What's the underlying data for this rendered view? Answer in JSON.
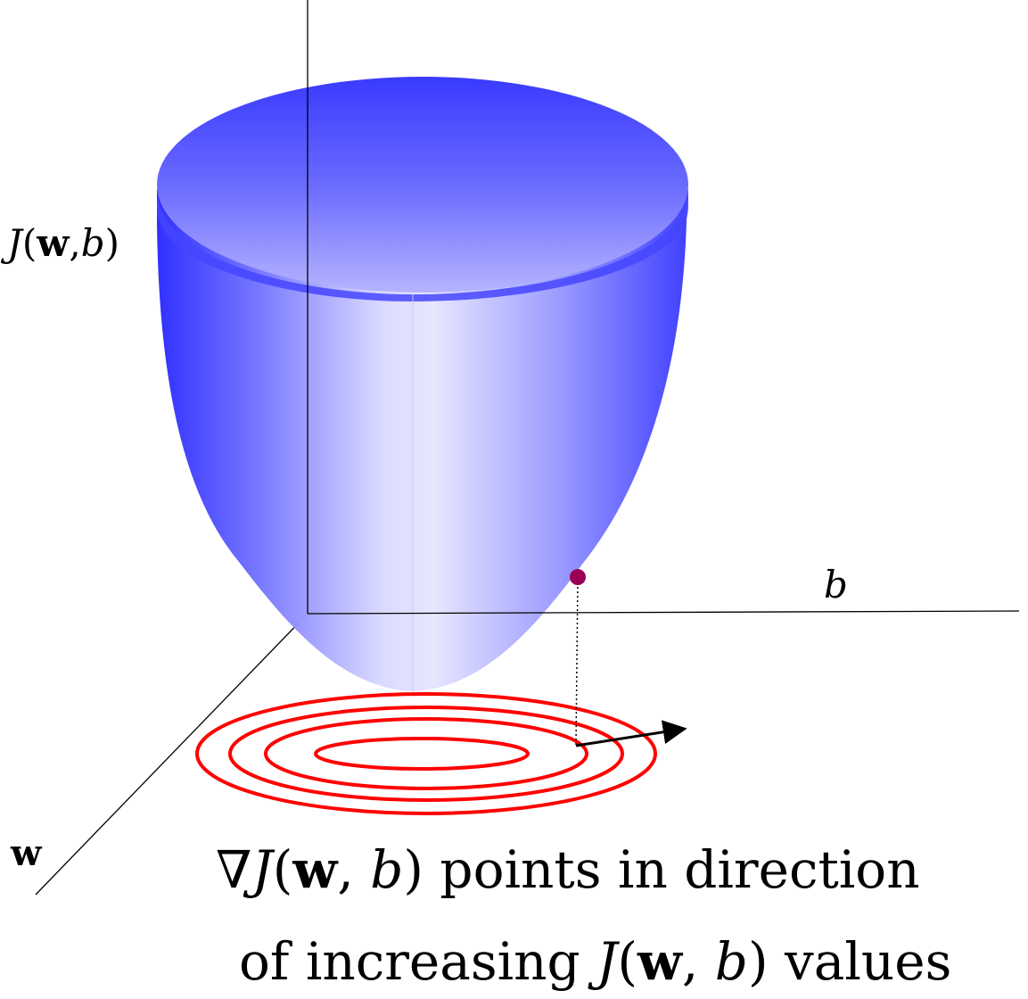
{
  "diagram": {
    "axes": {
      "vertical_label_func": "J",
      "vertical_label_open": "(",
      "vertical_label_w": "w",
      "vertical_label_sep": ",",
      "vertical_label_b": "b",
      "vertical_label_close": ")",
      "horizontal_label": "b",
      "depth_label": "w"
    },
    "caption": {
      "line1_nabla": "∇",
      "line1_func": "J",
      "line1_open": "(",
      "line1_w": "w",
      "line1_sep": ", ",
      "line1_b": "b",
      "line1_close": ")",
      "line1_rest": " points in direction",
      "line2_start": "of increasing ",
      "line2_func": "J",
      "line2_open": "(",
      "line2_w": "w",
      "line2_sep": ", ",
      "line2_b": "b",
      "line2_close": ")",
      "line2_end": " values"
    },
    "colors": {
      "surface": "#2a2aff",
      "surface_light": "#e6e6ff",
      "contour": "#ff0000",
      "point": "#990055",
      "axis": "#000000"
    },
    "contour_count": 4
  }
}
